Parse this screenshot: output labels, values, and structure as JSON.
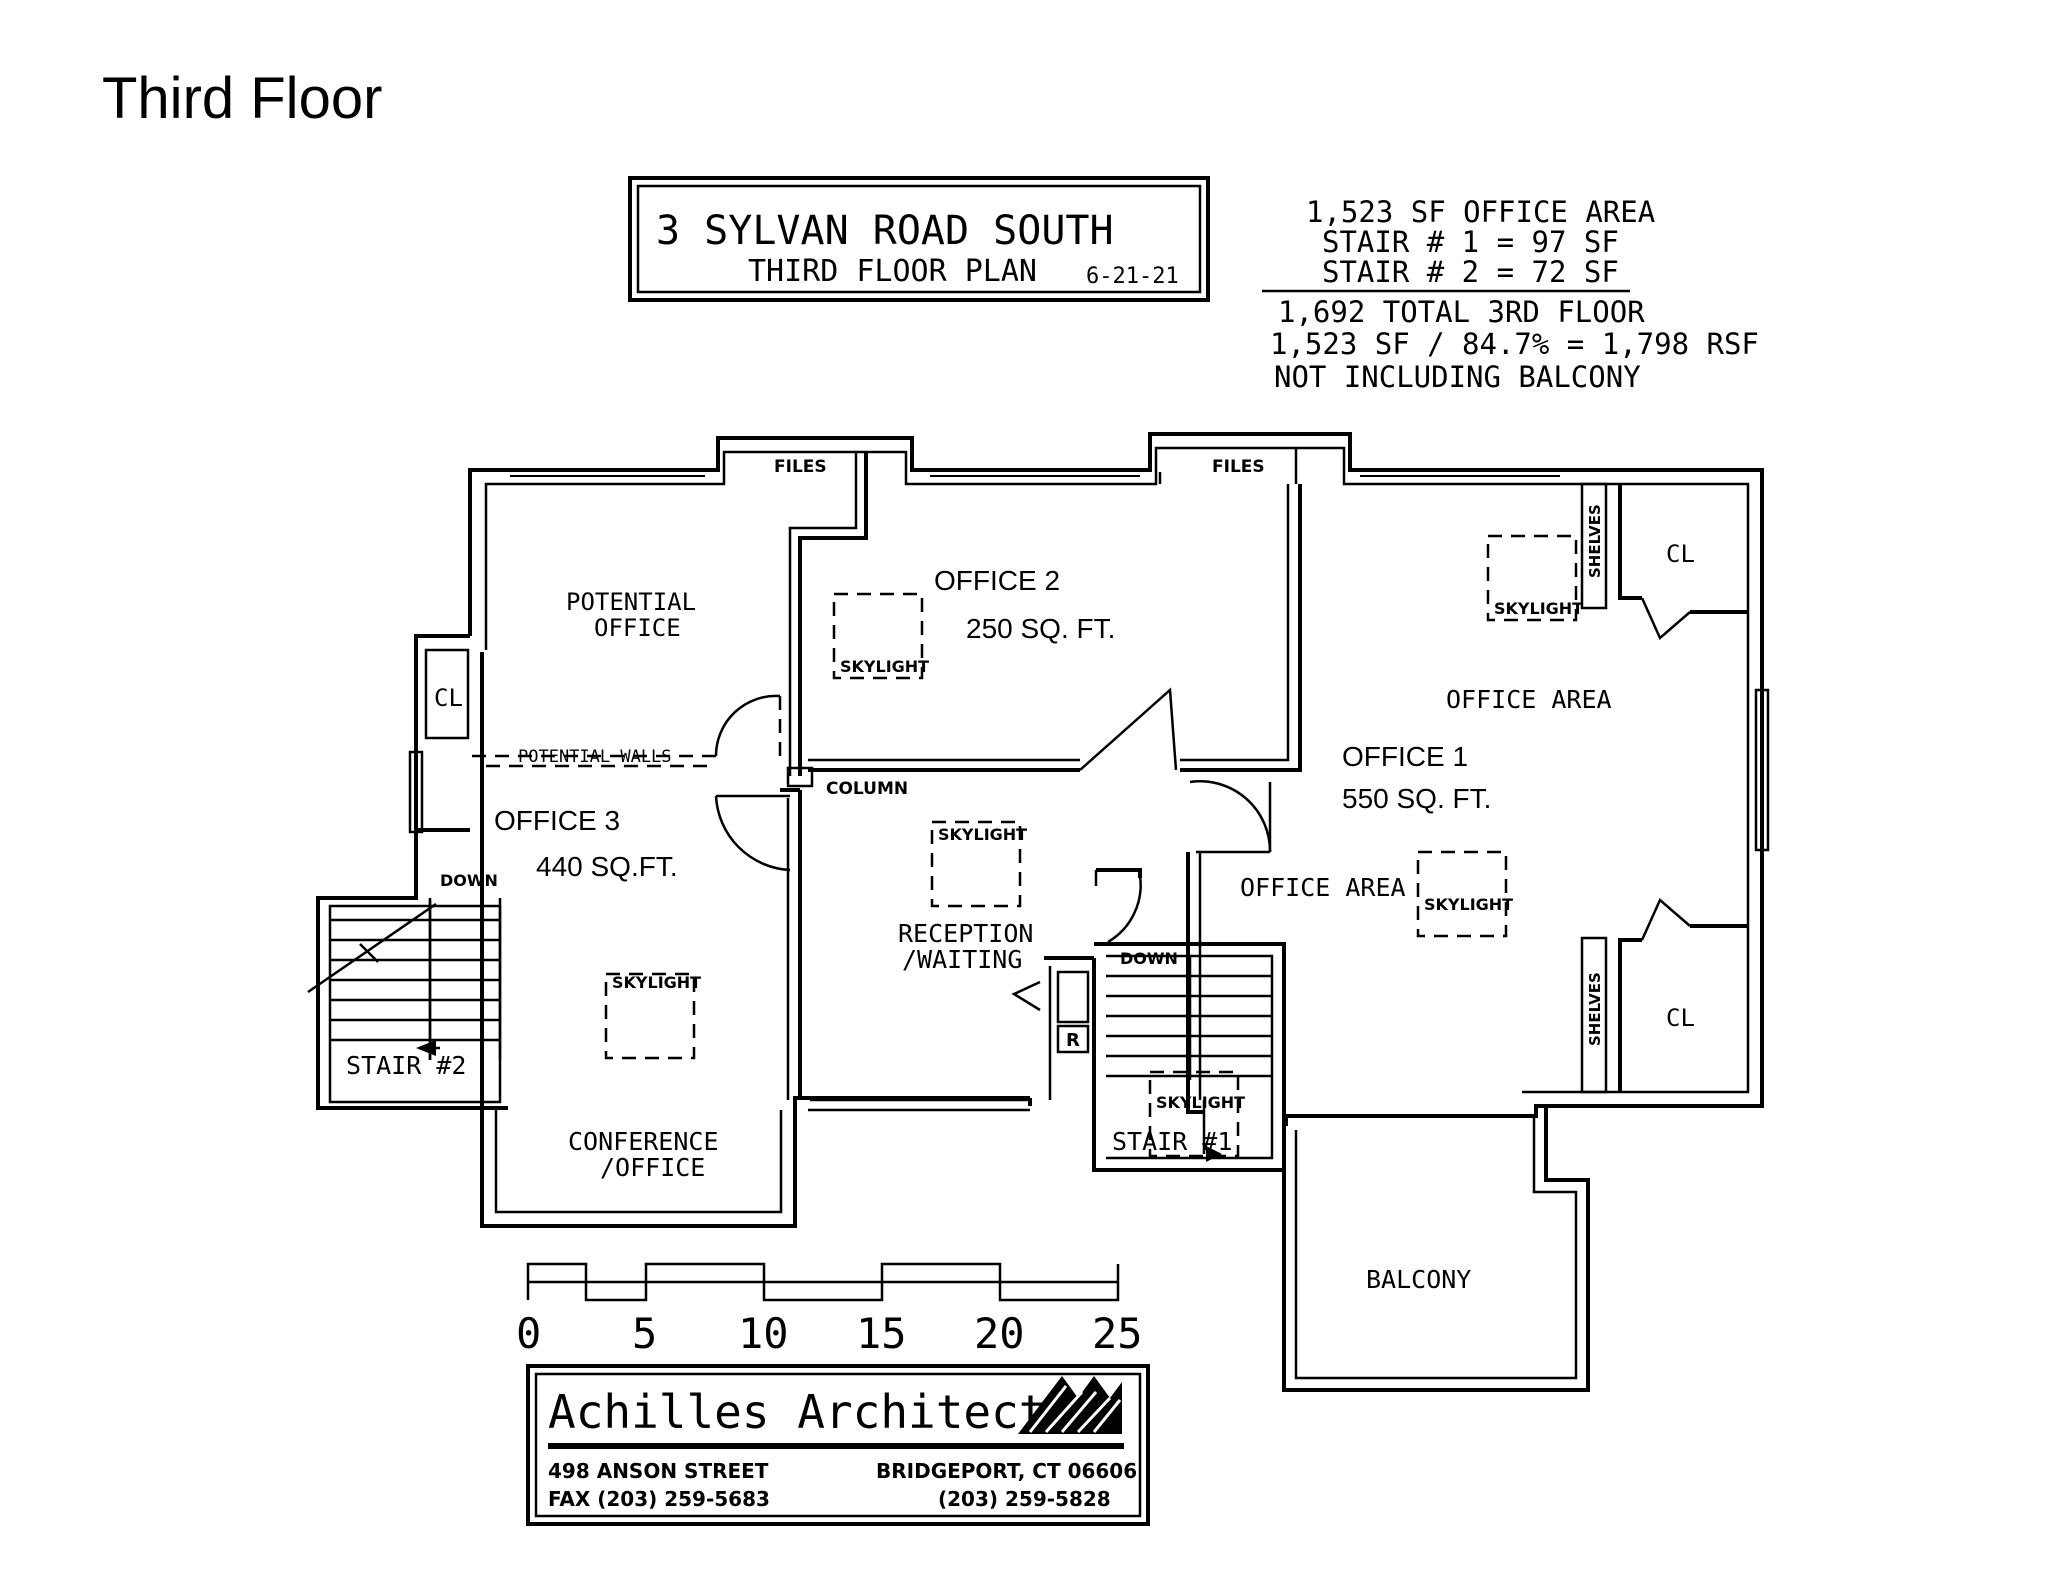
{
  "page_title": "Third Floor",
  "title_block": {
    "line1": "3 SYLVAN ROAD SOUTH",
    "line2": "THIRD FLOOR PLAN",
    "date": "6-21-21"
  },
  "area_summary": {
    "office_area": "1,523 SF OFFICE AREA",
    "stair1": "STAIR # 1 = 97 SF",
    "stair2": "STAIR # 2 = 72 SF",
    "total": "1,692 TOTAL 3RD FLOOR",
    "rsf": "1,523 SF / 84.7% = 1,798 RSF",
    "note": "NOT INCLUDING BALCONY"
  },
  "rooms": {
    "files_left": "FILES",
    "files_right": "FILES",
    "potential_office_1": "POTENTIAL",
    "potential_office_2": "OFFICE",
    "office2_name": "OFFICE 2",
    "office2_area": "250 SQ. FT.",
    "office1_name": "OFFICE 1",
    "office1_area": "550 SQ. FT.",
    "office3_name": "OFFICE 3",
    "office3_area": "440 SQ.FT.",
    "office_area_top": "OFFICE AREA",
    "office_area_bottom": "OFFICE AREA",
    "cl_left": "CL",
    "cl_top_right": "CL",
    "cl_bottom_right": "CL",
    "shelves_top": "SHELVES",
    "shelves_bottom": "SHELVES",
    "potential_walls": "POTENTIAL WALLS",
    "column": "COLUMN",
    "reception_1": "RECEPTION",
    "reception_2": "/WAITING",
    "conference_1": "CONFERENCE",
    "conference_2": "/OFFICE",
    "stair2_label": "STAIR #2",
    "stair1_label": "STAIR #1",
    "down_left": "DOWN",
    "down_right": "DOWN",
    "balcony": "BALCONY",
    "fridge": "R",
    "skylights": [
      "SKYLIGHT",
      "SKYLIGHT",
      "SKYLIGHT",
      "SKYLIGHT",
      "SKYLIGHT",
      "SKYLIGHT"
    ]
  },
  "scale_bar": {
    "ticks": [
      "0",
      "5",
      "10",
      "15",
      "20",
      "25"
    ]
  },
  "firm": {
    "name": "Achilles Architects",
    "address": "498 ANSON STREET",
    "city": "BRIDGEPORT, CT 06606",
    "fax": "FAX (203) 259-5683",
    "phone": "(203) 259-5828"
  }
}
